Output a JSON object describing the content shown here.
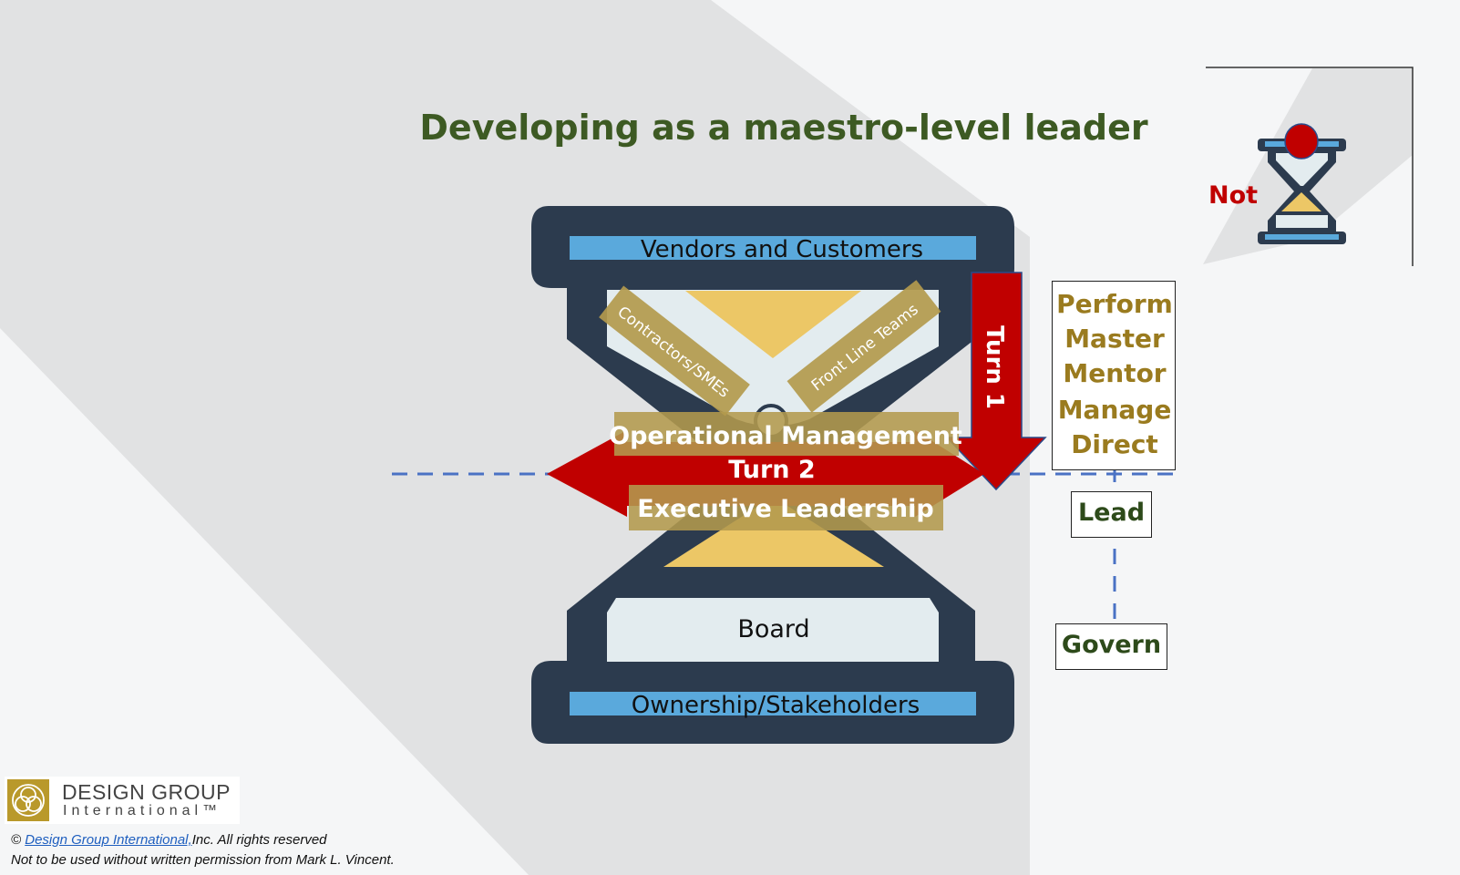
{
  "title": "Developing as a maestro-level leader",
  "hourglass": {
    "top_bar": "Vendors and Customers",
    "bottom_bar": "Ownership/Stakeholders",
    "base_chamber": "Board",
    "left_diagonal": "Contractors/SMEs",
    "right_diagonal": "Front Line Teams",
    "upper_band": "Operational Management",
    "lower_band": "Executive Leadership"
  },
  "arrows": {
    "vertical": "Turn 1",
    "horizontal": "Turn 2"
  },
  "levels": {
    "upper": [
      "Perform",
      "Master",
      "Mentor",
      "Manage",
      "Direct"
    ],
    "lead": "Lead",
    "govern": "Govern"
  },
  "not_label": "Not",
  "logo": {
    "line1": "DESIGN GROUP",
    "line2": "International™"
  },
  "footer": {
    "prefix": "©",
    "link_text": "Design Group International,",
    "suffix": "Inc. All rights reserved",
    "line2": "Not to be used without written permission from Mark L. Vincent."
  },
  "colors": {
    "hourglass_frame": "#2c3b4e",
    "blue_bar": "#5aa9dc",
    "sand": "#ecc766",
    "band": "#b39a4d",
    "arrow": "#c00000",
    "title": "#3d5a23",
    "level_text": "#9a7b1f",
    "dashed_line": "#4a72c4"
  }
}
